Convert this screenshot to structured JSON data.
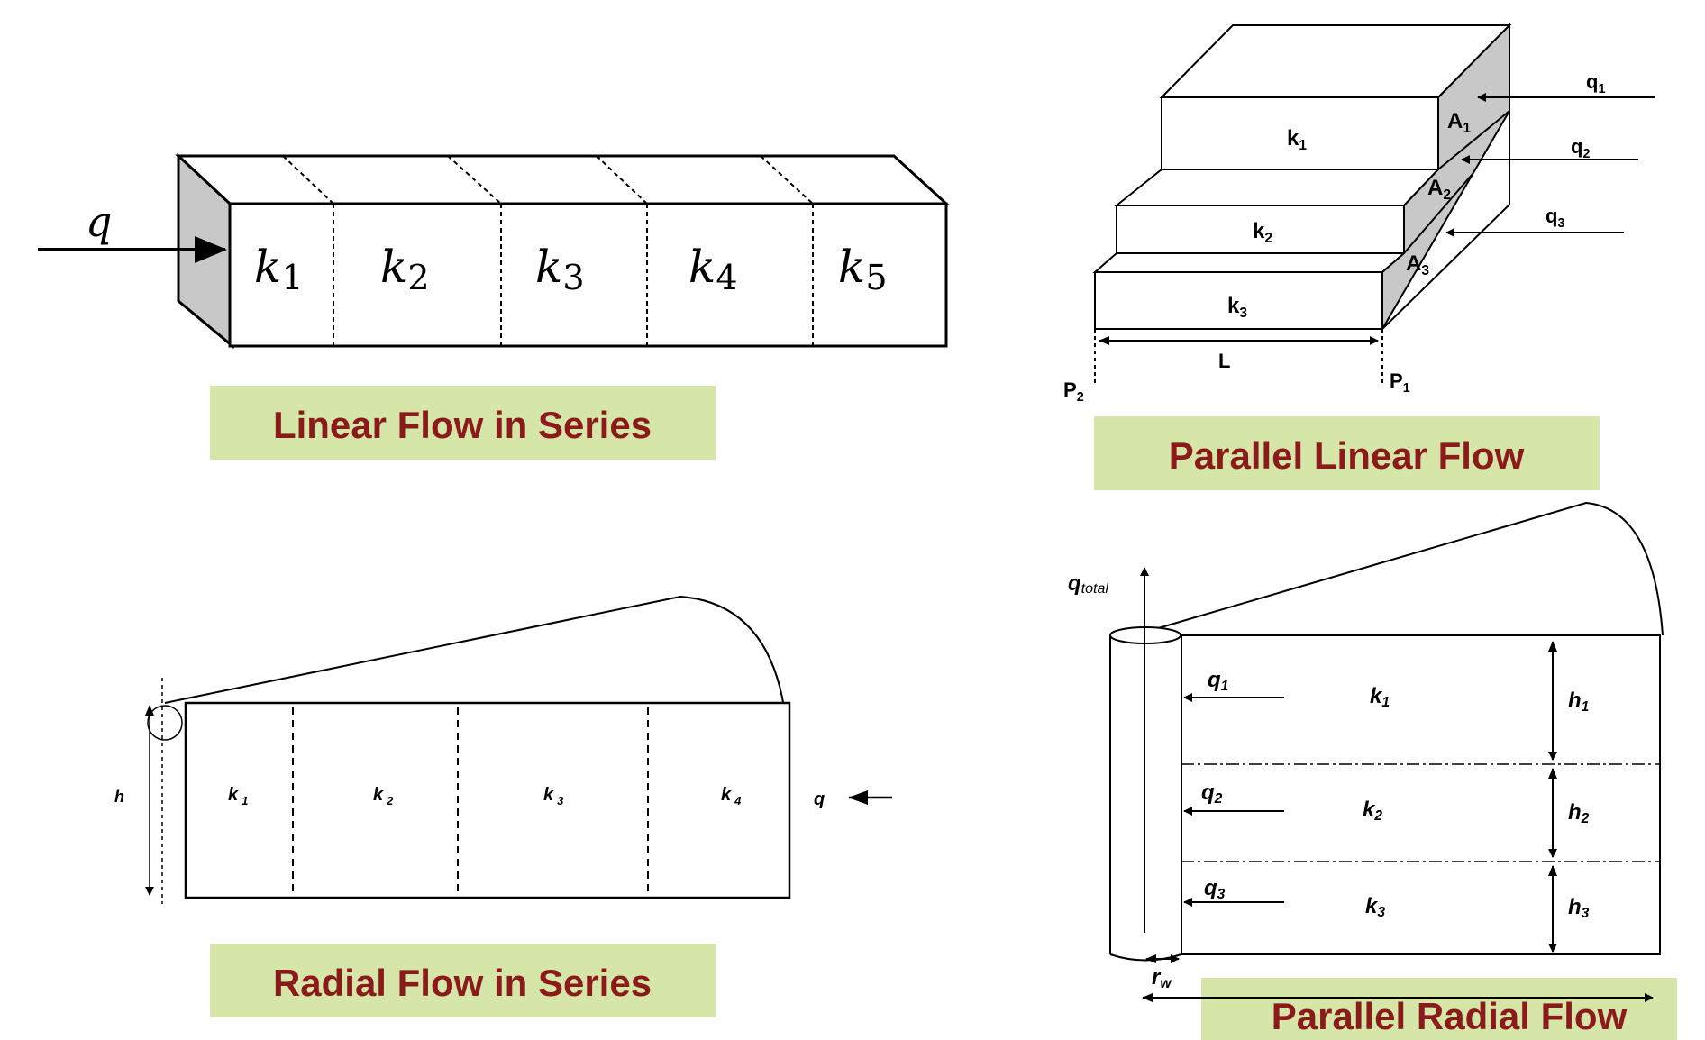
{
  "panels": {
    "linear_series": {
      "title": "Linear Flow in Series",
      "q": "q",
      "k": [
        "k",
        "k",
        "k",
        "k",
        "k"
      ],
      "k_sub": [
        "1",
        "2",
        "3",
        "4",
        "5"
      ]
    },
    "parallel_linear": {
      "title": "Parallel Linear Flow",
      "k": "k",
      "k_sub": [
        "1",
        "2",
        "3"
      ],
      "A": "A",
      "A_sub": [
        "1",
        "2",
        "3"
      ],
      "q": "q",
      "q_sub": [
        "1",
        "2",
        "3"
      ],
      "L": "L",
      "P": "P",
      "P2_sub": "2",
      "P1_sub": "1"
    },
    "radial_series": {
      "title": "Radial Flow in Series",
      "h": "h",
      "q": "q",
      "k": "k",
      "k_sub": [
        "1",
        "2",
        "3",
        "4"
      ]
    },
    "parallel_radial": {
      "title": "Parallel Radial Flow",
      "q_total": "q",
      "q_total_sub": "total",
      "q": "q",
      "q_sub": [
        "1",
        "2",
        "3"
      ],
      "k": "k",
      "k_sub": [
        "1",
        "2",
        "3"
      ],
      "h": "h",
      "h_sub": [
        "1",
        "2",
        "3"
      ],
      "rw": "r",
      "rw_sub": "w"
    }
  },
  "colors": {
    "title_text": "#8B1A1A",
    "title_bg": "#D5E6A8",
    "face_gray": "#C8C8C8"
  }
}
